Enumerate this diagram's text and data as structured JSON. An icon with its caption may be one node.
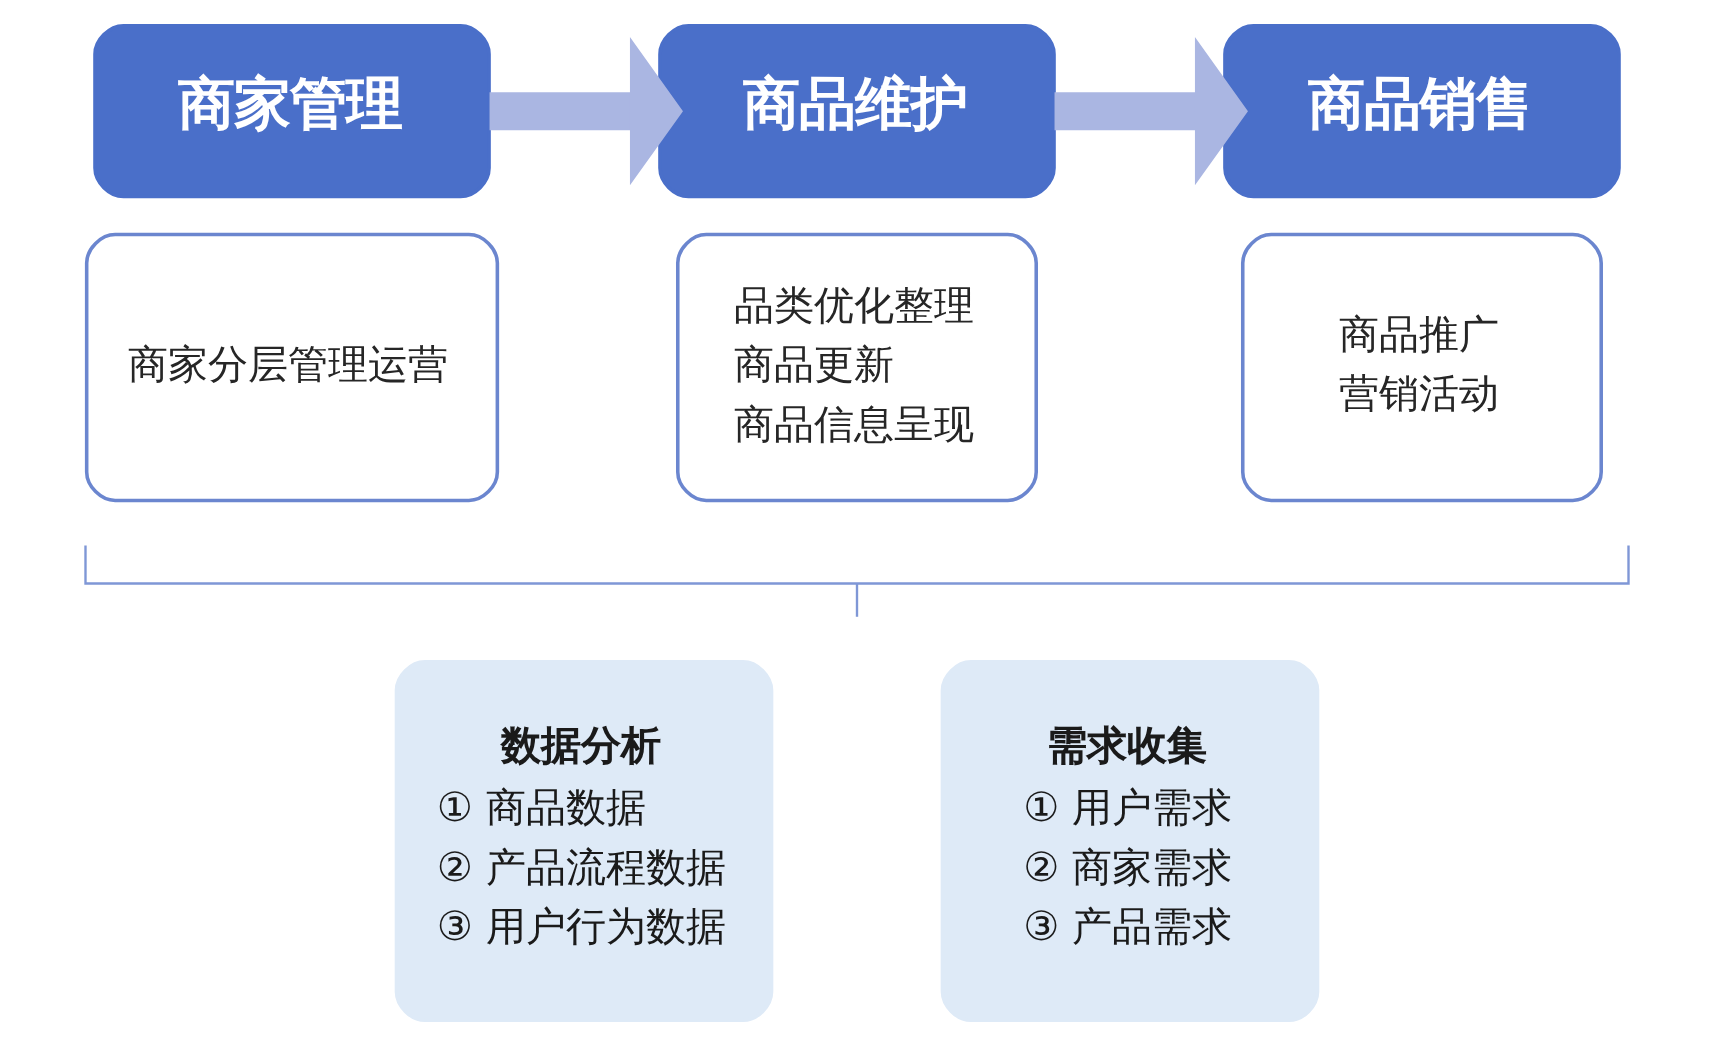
{
  "diagram": {
    "nodes": [
      {
        "text": [
          "商家管理"
        ]
      },
      {
        "text": [
          "商家分层管理运营"
        ]
      },
      {
        "text": [
          "商品维护"
        ]
      },
      {
        "text": [
          "品类优化整理",
          "商品更新",
          "商品信息呈现"
        ]
      },
      {
        "text": [
          "商品销售"
        ]
      },
      {
        "text": [
          "商品推广",
          "营销活动"
        ]
      },
      {
        "text": [
          "数据分析",
          "① 商品数据",
          "② 产品流程数据",
          "③ 用户行为数据"
        ]
      },
      {
        "text": [
          "需求收集",
          "① 用户需求",
          "② 商家需求",
          "③ 产品需求"
        ]
      }
    ],
    "edges": [
      {
        "from": 0,
        "to": 2,
        "arrow": "to"
      },
      {
        "from": 2,
        "to": 4,
        "arrow": "to"
      }
    ]
  }
}
